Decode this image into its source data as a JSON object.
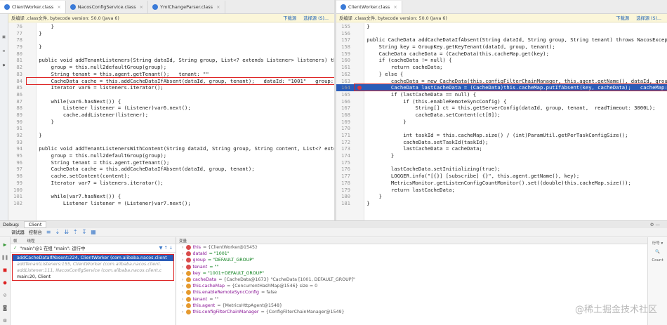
{
  "left_tabs": [
    "ClientWorker.class",
    "NacosConfigService.class",
    "YmlChangeParser.class"
  ],
  "right_tabs": [
    "ClientWorker.class"
  ],
  "decompiled_notice": "反编译 .class文件, bytecode version: 50.0 (Java 6)",
  "download_label": "下载源",
  "choose_source_label": "选择源 (S)...",
  "left_code": [
    {
      "n": "76",
      "t": "        }"
    },
    {
      "n": "77",
      "t": "    }"
    },
    {
      "n": "78",
      "t": ""
    },
    {
      "n": "79",
      "t": "    }"
    },
    {
      "n": "80",
      "t": ""
    },
    {
      "n": "81",
      "t": "    public void addTenantListeners(String dataId, String group, List<? extends Listener> listeners) throws NacosE"
    },
    {
      "n": "82",
      "t": "        group = this.null2defaultGroup(group);"
    },
    {
      "n": "83",
      "t": "        String tenant = this.agent.getTenant();   tenant: \"\""
    },
    {
      "n": "84",
      "t": "        CacheData cache = this.addCacheDataIfAbsent(dataId, group, tenant);   dataId: \"1001\"   group: \"DEFAULT_GRO"
    },
    {
      "n": "85",
      "t": "        Iterator var6 = listeners.iterator();"
    },
    {
      "n": "86",
      "t": ""
    },
    {
      "n": "87",
      "t": "        while(var6.hasNext()) {"
    },
    {
      "n": "88",
      "t": "            Listener listener = (Listener)var6.next();"
    },
    {
      "n": "89",
      "t": "            cache.addListener(listener);"
    },
    {
      "n": "90",
      "t": "        }"
    },
    {
      "n": "91",
      "t": ""
    },
    {
      "n": "92",
      "t": "    }"
    },
    {
      "n": "93",
      "t": ""
    },
    {
      "n": "94",
      "t": "    public void addTenantListenersWithContent(String dataId, String group, String content, List<? extends Listen"
    },
    {
      "n": "95",
      "t": "        group = this.null2defaultGroup(group);"
    },
    {
      "n": "96",
      "t": "        String tenant = this.agent.getTenant();"
    },
    {
      "n": "97",
      "t": "        CacheData cache = this.addCacheDataIfAbsent(dataId, group, tenant);"
    },
    {
      "n": "98",
      "t": "        cache.setContent(content);"
    },
    {
      "n": "99",
      "t": "        Iterator var7 = listeners.iterator();"
    },
    {
      "n": "100",
      "t": ""
    },
    {
      "n": "101",
      "t": "        while(var7.hasNext()) {"
    },
    {
      "n": "102",
      "t": "            Listener listener = (Listener)var7.next();"
    }
  ],
  "right_code": [
    {
      "n": "155",
      "t": "    }"
    },
    {
      "n": "156",
      "t": ""
    },
    {
      "n": "157",
      "t": "    public CacheData addCacheDataIfAbsent(String dataId, String group, String tenant) throws NacosException {"
    },
    {
      "n": "158",
      "t": "        String key = GroupKey.getKeyTenant(dataId, group, tenant);"
    },
    {
      "n": "159",
      "t": "        CacheData cacheData = (CacheData)this.cacheMap.get(key);"
    },
    {
      "n": "160",
      "t": "        if (cacheData != null) {"
    },
    {
      "n": "161",
      "t": "            return cacheData;"
    },
    {
      "n": "162",
      "t": "        } else {"
    },
    {
      "n": "163",
      "t": "            cacheData = new CacheData(this.configFilterChainManager, this.agent.getName(), dataId, group, tenant);"
    },
    {
      "n": "164",
      "t": "            CacheData lastCacheData = (CacheData)this.cacheMap.putIfAbsent(key, cacheData);   cacheMap:  size"
    },
    {
      "n": "165",
      "t": "            if (lastCacheData == null) {"
    },
    {
      "n": "166",
      "t": "                if (this.enableRemoteSyncConfig) {"
    },
    {
      "n": "167",
      "t": "                    String[] ct = this.getServerConfig(dataId, group, tenant,  readTimeout: 3000L);"
    },
    {
      "n": "168",
      "t": "                    cacheData.setContent(ct[0]);"
    },
    {
      "n": "169",
      "t": "                }"
    },
    {
      "n": "170",
      "t": ""
    },
    {
      "n": "171",
      "t": "                int taskId = this.cacheMap.size() / (int)ParamUtil.getPerTaskConfigSize();"
    },
    {
      "n": "172",
      "t": "                cacheData.setTaskId(taskId);"
    },
    {
      "n": "173",
      "t": "                lastCacheData = cacheData;"
    },
    {
      "n": "174",
      "t": "            }"
    },
    {
      "n": "175",
      "t": ""
    },
    {
      "n": "176",
      "t": "            lastCacheData.setInitializing(true);"
    },
    {
      "n": "177",
      "t": "            LOGGER.info(\"[{}] [subscribe] {}\", this.agent.getName(), key);"
    },
    {
      "n": "178",
      "t": "            MetricsMonitor.getListenConfigCountMonitor().set((double)this.cacheMap.size());"
    },
    {
      "n": "179",
      "t": "            return lastCacheData;"
    },
    {
      "n": "180",
      "t": "        }"
    },
    {
      "n": "181",
      "t": "    }"
    }
  ],
  "debug_label": "Debug:",
  "debug_config": "Client",
  "toolbar_labels": [
    "调试器",
    "控制台"
  ],
  "frames_header": [
    "帧",
    "线程"
  ],
  "vars_header": "变量",
  "thread_label": "\"main\"@1 在组 \"main\": 运行中",
  "frames": [
    {
      "t": "addCacheDataIfAbsent:224, ClientWorker (com.alibaba.nacos.client",
      "sel": true
    },
    {
      "t": "addTenantListeners:155, ClientWorker (com.alibaba.nacos.client.",
      "lib": true
    },
    {
      "t": "addListener:111, NacosConfigService (com.alibaba.nacos.client.c",
      "lib": true
    },
    {
      "t": "main:20, Client"
    }
  ],
  "variables": [
    {
      "n": "this",
      "v": "= {ClientWorker@1545}",
      "p": true
    },
    {
      "n": "dataId",
      "v": "= \"1001\"",
      "p": true,
      "s": true
    },
    {
      "n": "group",
      "v": "= \"DEFAULT_GROUP\"",
      "p": true,
      "s": true
    },
    {
      "n": "tenant",
      "v": "= \"\"",
      "p": true,
      "s": true
    },
    {
      "n": "key",
      "v": "= \"1001+DEFAULT_GROUP\"",
      "s": true
    },
    {
      "n": "cacheData",
      "v": "= {CacheData@1673} \"CacheData [1001, DEFAULT_GROUP]\""
    },
    {
      "n": "this.cacheMap",
      "v": "= {ConcurrentHashMap@1546}  size = 0"
    },
    {
      "n": "this.enableRemoteSyncConfig",
      "v": "= false"
    },
    {
      "n": "tenant",
      "v": "= \"\""
    },
    {
      "n": "this.agent",
      "v": "= {MetricsHttpAgent@1548}"
    },
    {
      "n": "this.configFilterChainManager",
      "v": "= {ConfigFilterChainManager@1549}"
    }
  ],
  "right_panel_label": "行号 ▾",
  "count_label": "Count",
  "watermark": "@稀土掘金技术社区"
}
